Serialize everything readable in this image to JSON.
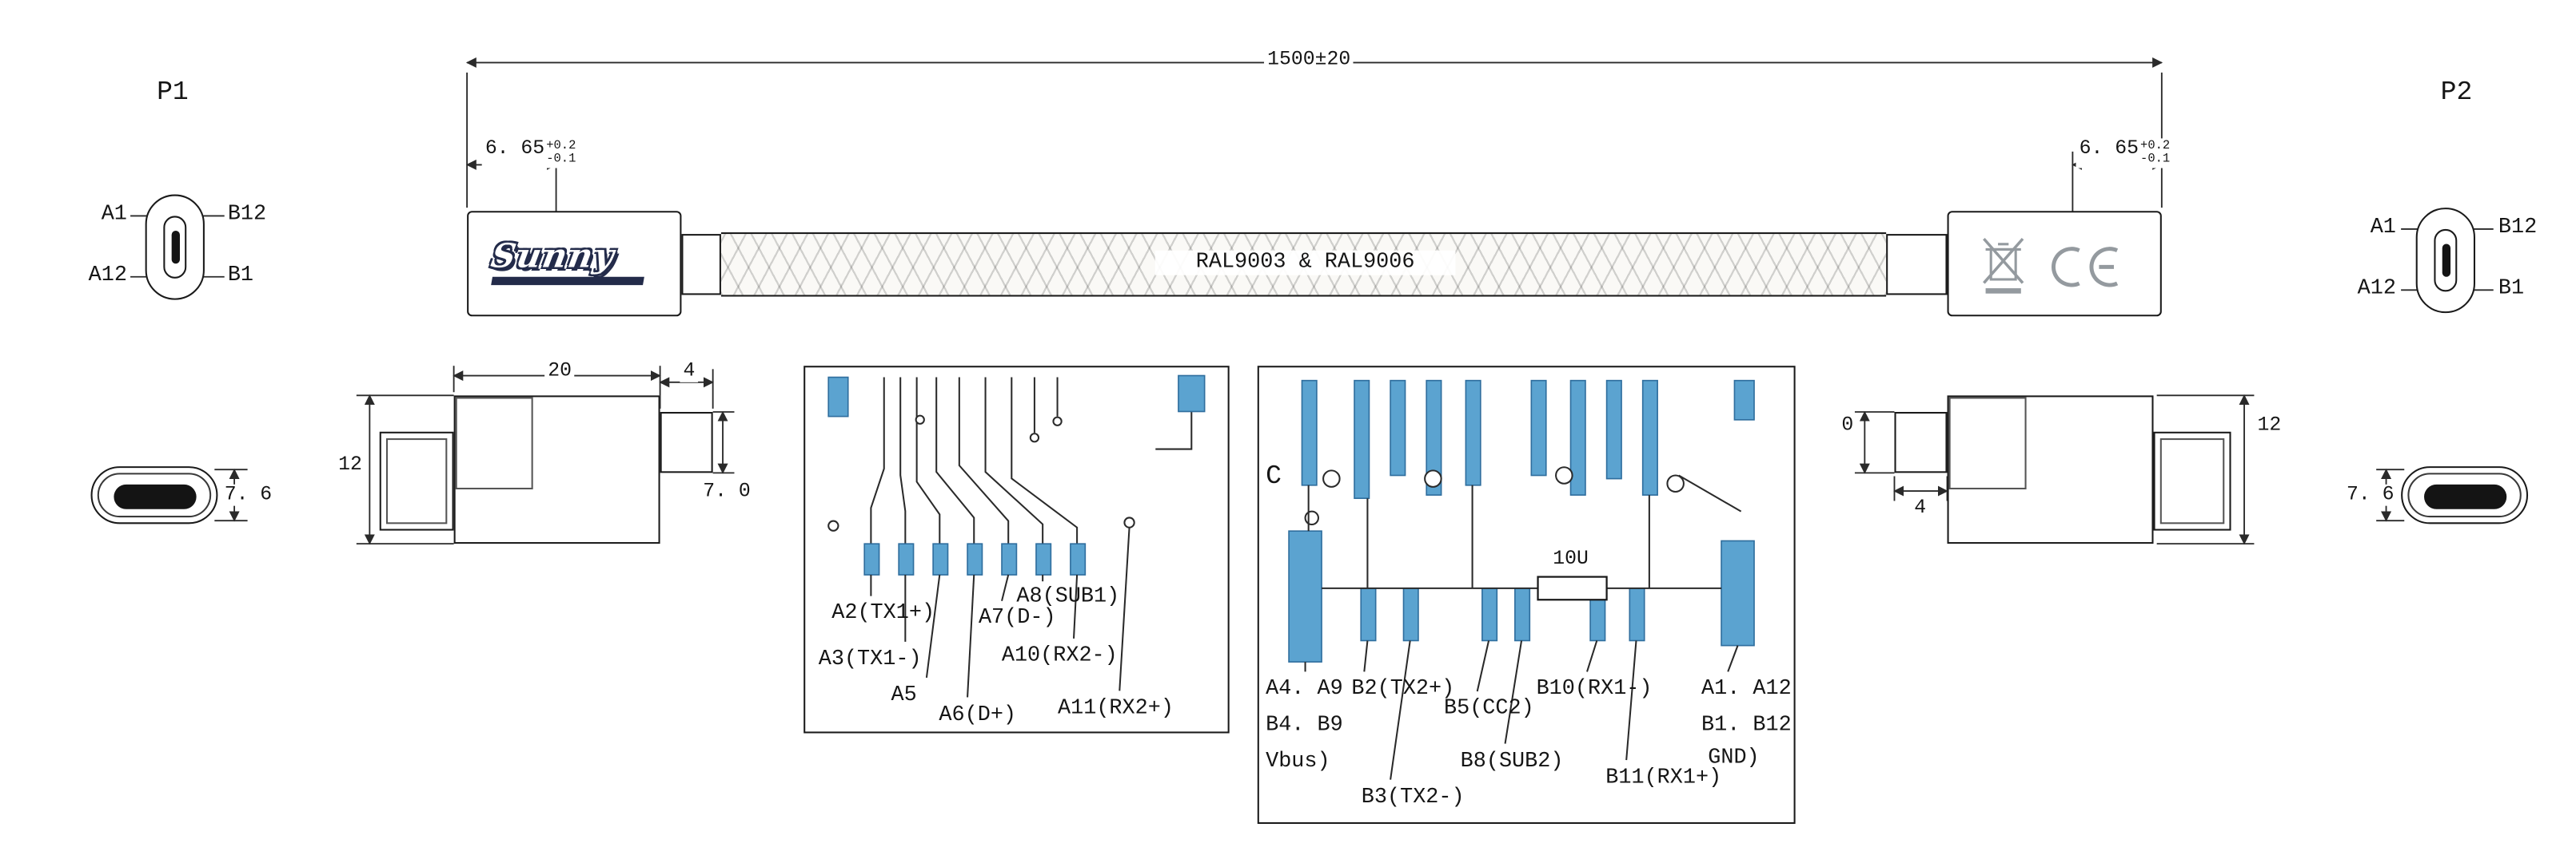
{
  "p1_title": "P1",
  "p2_title": "P2",
  "dims": {
    "length": "1500±20",
    "end_width": "6. 65",
    "end_tol_plus": "+0.2",
    "end_tol_minus": "-0.1",
    "left_view": {
      "body": "20",
      "boot_w": "4",
      "height": "12",
      "boot_h": "7. 0",
      "tongue": "7. 6"
    },
    "right_view": {
      "boot_h": "0",
      "boot_w": "4",
      "height": "12",
      "tongue": "7. 6"
    }
  },
  "face_pins": {
    "a1": "A1",
    "b12": "B12",
    "a12": "A12",
    "b1": "B1"
  },
  "cable": {
    "braid_text": "RAL9003 & RAL9006",
    "logo_text": "Sunny"
  },
  "pcb_left": {
    "labels": [
      "A2(TX1+)",
      "A7(D-)",
      "A8(SUB1)",
      "A3(TX1-)",
      "A10(RX2-)",
      "A5",
      "A6(D+)",
      "A11(RX2+)"
    ]
  },
  "pcb_right": {
    "corner_mark": "C",
    "capacitor": "10U",
    "labels": [
      "A4. A9",
      "B2(TX2+)",
      "B5(CC2)",
      "B10(RX1-)",
      "A1. A12",
      "B4. B9",
      "B1. B12",
      "Vbus)",
      "B8(SUB2)",
      "B11(RX1+)",
      "GND)",
      "B3(TX2-)"
    ]
  }
}
